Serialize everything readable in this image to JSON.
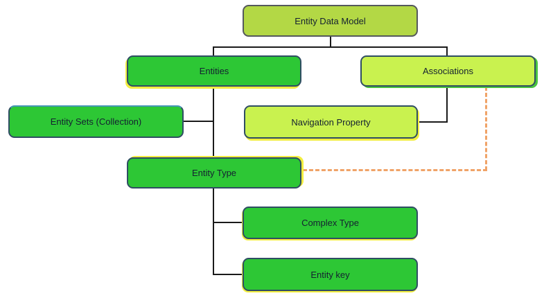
{
  "diagram": {
    "type": "hierarchy",
    "background": "#ffffff"
  },
  "nodes": {
    "entity_data_model": {
      "label": "Entity Data Model",
      "fill": "#b3d845"
    },
    "entities": {
      "label": "Entities",
      "fill": "#2dc735"
    },
    "associations": {
      "label": "Associations",
      "fill": "#c9f24f"
    },
    "entity_sets": {
      "label": "Entity Sets (Collection)",
      "fill": "#2dc735"
    },
    "navigation_property": {
      "label": "Navigation Property",
      "fill": "#c9f24f"
    },
    "entity_type": {
      "label": "Entity Type",
      "fill": "#2dc735"
    },
    "complex_type": {
      "label": "Complex Type",
      "fill": "#2dc735"
    },
    "entity_key": {
      "label": "Entity key",
      "fill": "#2dc735"
    }
  },
  "edges": [
    {
      "from": "entity_data_model",
      "to": "entities",
      "style": "solid"
    },
    {
      "from": "entity_data_model",
      "to": "associations",
      "style": "solid"
    },
    {
      "from": "entities",
      "to": "entity_sets",
      "style": "solid"
    },
    {
      "from": "entities",
      "to": "entity_type",
      "style": "solid"
    },
    {
      "from": "associations",
      "to": "navigation_property",
      "style": "solid"
    },
    {
      "from": "associations",
      "to": "entity_type",
      "style": "dashed"
    },
    {
      "from": "entity_type",
      "to": "complex_type",
      "style": "solid"
    },
    {
      "from": "entity_type",
      "to": "entity_key",
      "style": "solid"
    }
  ],
  "colors": {
    "green_fill": "#2dc735",
    "yellow_green_fill": "#c9f24f",
    "olive_fill": "#b3d845",
    "border_dark": "#2f4d63",
    "edm_border": "#54585c",
    "connector": "#1a1a1a",
    "dashed": "#f0a368",
    "shadow_yellow": "#f2ee3f",
    "shadow_green": "#4ac43f",
    "text": "#142031"
  }
}
